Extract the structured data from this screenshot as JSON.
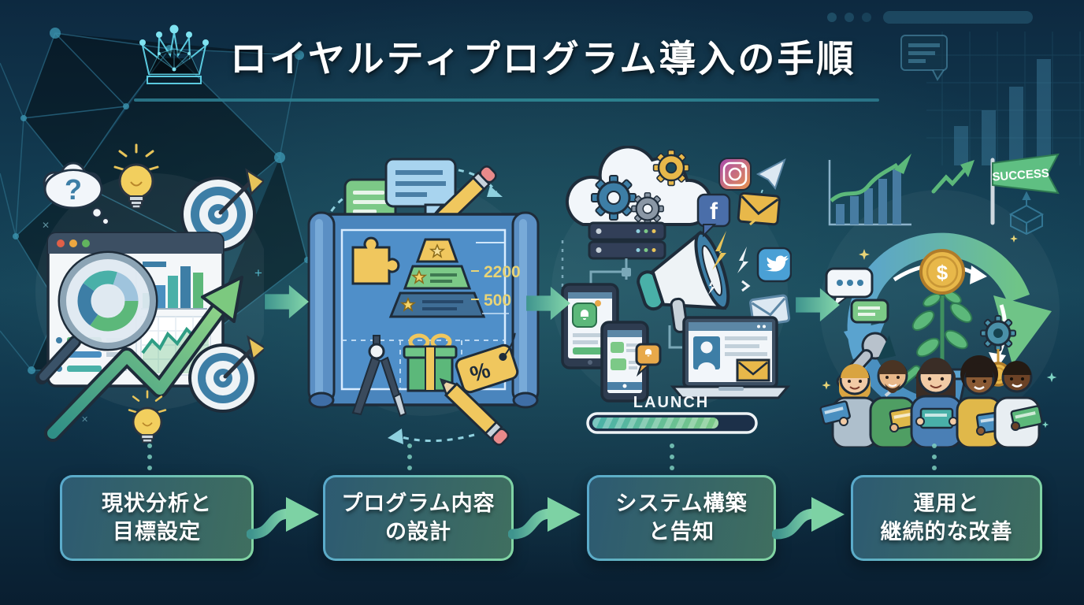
{
  "header": {
    "title": "ロイヤルティプログラム導入の手順",
    "icon": "crown-network-icon"
  },
  "palette": {
    "background_top": "#0d2940",
    "background_middle": "#17465a",
    "background_bottom": "#091e30",
    "accent_cyan": "#5fd3e8",
    "accent_teal": "#49b0a8",
    "accent_green": "#6fc487",
    "box_border_gradient": [
      "#58a8cc",
      "#82d6a2"
    ],
    "text_primary": "#ffffff"
  },
  "steps": [
    {
      "index": 1,
      "label_lines": [
        "現状分析と",
        "目標設定"
      ],
      "illustration": "analysis-and-goals",
      "icons": [
        "question-cloud-icon",
        "lightbulb-icon",
        "target-dart-icon",
        "browser-analytics-icon",
        "magnifier-pie-icon",
        "growth-arrow-icon"
      ]
    },
    {
      "index": 2,
      "label_lines": [
        "プログラム内容",
        "の設計"
      ],
      "illustration": "program-blueprint",
      "icons": [
        "speech-bubbles-icon",
        "pencil-icon",
        "blueprint-scroll-icon",
        "puzzle-piece-icon",
        "tier-pyramid-icon",
        "drafting-compass-icon",
        "gift-box-icon",
        "discount-tag-icon"
      ],
      "annotations": {
        "tier_value_top": "2200",
        "tier_value_bottom": "500"
      }
    },
    {
      "index": 3,
      "label_lines": [
        "システム構築",
        "と告知"
      ],
      "illustration": "system-build-announce",
      "icons": [
        "cloud-gears-icon",
        "server-stack-icon",
        "megaphone-icon",
        "instagram-icon",
        "facebook-icon",
        "twitter-icon",
        "email-icon",
        "paper-plane-icon",
        "tablet-notification-icon",
        "phone-chat-icon",
        "laptop-email-icon",
        "launch-progress-bar"
      ],
      "launch_label": "LAUNCH",
      "progress_percent": 78
    },
    {
      "index": 4,
      "label_lines": [
        "運用と",
        "継続的な改善"
      ],
      "illustration": "operate-and-improve",
      "icons": [
        "growth-chart-icon",
        "trend-arrow-icon",
        "success-flag-icon",
        "cycle-arrows-icon",
        "money-plant-icon",
        "dollar-coin-icon",
        "chat-bubbles-icon",
        "wrench-icon",
        "gear-coin-icon",
        "customers-group-icon"
      ],
      "flag_label": "SUCCESS"
    }
  ]
}
